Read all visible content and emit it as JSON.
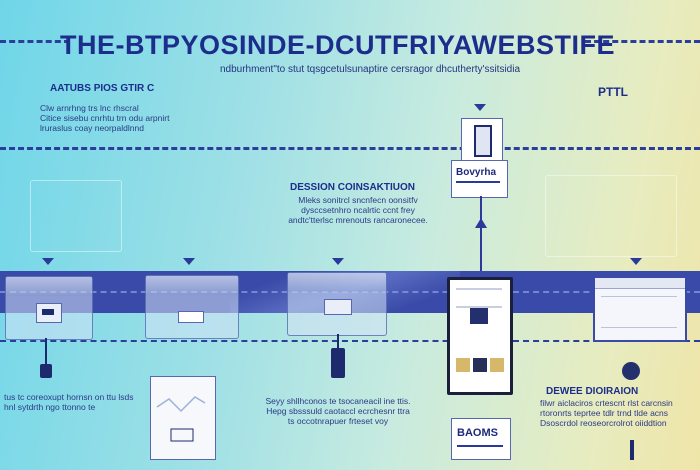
{
  "header": {
    "title": "THE-BTPYOSINDE-DCUTFRIYAWEBSTIFE",
    "subtitle": "ndburhment\"to stut tqsgcetulsunaptire cersragor dhcutherty'ssitsidia"
  },
  "left_section": {
    "title": "AATUBS PIOS GTIR C",
    "body": "Clw arnrhng trs lnc rhscral\nCitice sisebu cnrhtu trn odu arpnirt\nlruraslus coay neorpaldlnnd"
  },
  "right_label": "PTTL",
  "center_section": {
    "title": "DESSION COINSAKTIUON",
    "body": "Mleks sonitrcl sncnfecn oonsitfv\ndysccsetnhro ncalrtic ccnt frey\nandtc'tterlsc mrenouts rancaronecee."
  },
  "top_node_label": "Bovyrha",
  "bottom_left_text": "tus tc coreoxupt hornsn on ttu lsds\nhnl sytdrth ngo ttonno te",
  "bottom_center_text": "Seyy shllhconos te tsocaneacil ine ttis.\nHepg sbsssuld caotaccl ecrchesnr ttra\nts occotnrapuer frteset voy",
  "bottom_right_section": {
    "title": "DEWEE DIOIRAION",
    "body": "filwr aiclaciros crtescnt rlst carcnsin\nrtoronrts teprtee tdlr trnd tlde acns\nDsoscrdol reoseorcrolrot oiiddtion"
  },
  "doc_label": "BAOMS"
}
